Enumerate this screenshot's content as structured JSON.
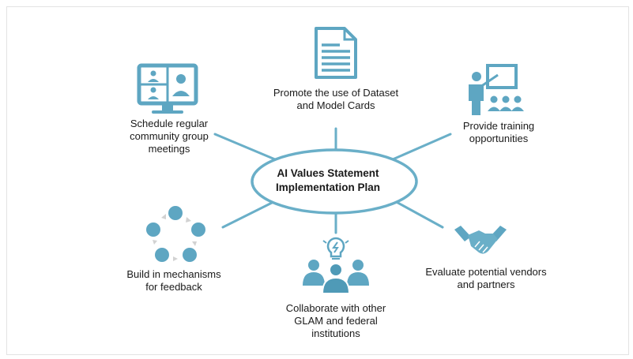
{
  "colors": {
    "accent": "#6aafc8",
    "accent_dark": "#4f9ab7",
    "text": "#1a1a1a",
    "background": "#ffffff"
  },
  "center": {
    "title": "AI Values Statement\nImplementation Plan"
  },
  "nodes": [
    {
      "id": "meetings",
      "icon": "video-conference-icon",
      "label": "Schedule regular\ncommunity group\nmeetings"
    },
    {
      "id": "cards",
      "icon": "document-icon",
      "label": "Promote the use of Dataset\nand Model Cards"
    },
    {
      "id": "training",
      "icon": "presenter-icon",
      "label": "Provide training\nopportunities"
    },
    {
      "id": "feedback",
      "icon": "feedback-cycle-icon",
      "label": "Build in mechanisms\nfor feedback"
    },
    {
      "id": "collaborate",
      "icon": "team-idea-icon",
      "label": "Collaborate with other\nGLAM and federal\ninstitutions"
    },
    {
      "id": "vendors",
      "icon": "handshake-icon",
      "label": "Evaluate potential vendors\nand partners"
    }
  ]
}
